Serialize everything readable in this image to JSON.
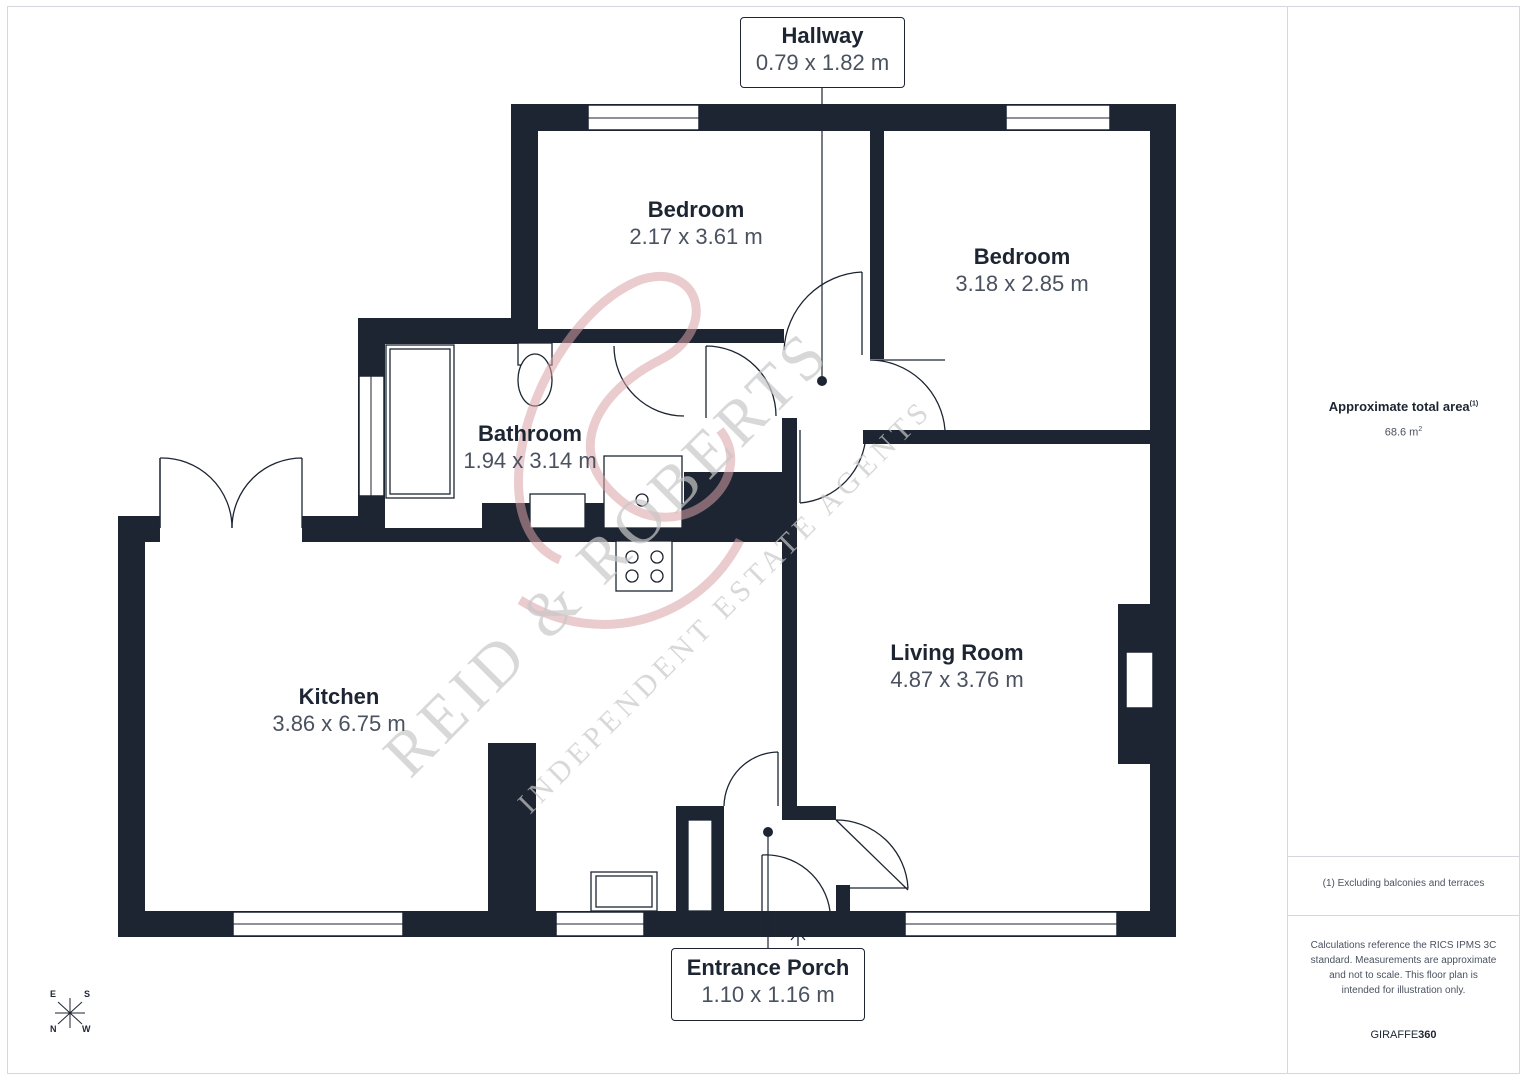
{
  "rooms": {
    "hallway": {
      "name": "Hallway",
      "dims": "0.79 x 1.82 m"
    },
    "bedroom1": {
      "name": "Bedroom",
      "dims": "2.17 x 3.61 m"
    },
    "bedroom2": {
      "name": "Bedroom",
      "dims": "3.18 x 2.85 m"
    },
    "bathroom": {
      "name": "Bathroom",
      "dims": "1.94 x 3.14 m"
    },
    "kitchen": {
      "name": "Kitchen",
      "dims": "3.86 x 6.75 m"
    },
    "living": {
      "name": "Living Room",
      "dims": "4.87 x 3.76 m"
    },
    "porch": {
      "name": "Entrance Porch",
      "dims": "1.10 x 1.16 m"
    }
  },
  "sidebar": {
    "area_title": "Approximate total area",
    "area_title_sup": "(1)",
    "area_value": "68.6 m",
    "area_value_sup": "2",
    "footnote": "(1) Excluding balconies and terraces",
    "disclaimer": "Calculations reference the RICS IPMS 3C standard. Measurements are approximate and not to scale. This floor plan is intended for illustration only.",
    "brand_prefix": "GIRAFFE",
    "brand_suffix": "360"
  },
  "watermark": {
    "line1": "REID & ROBERTS",
    "line2": "INDEPENDENT ESTATE AGENTS"
  },
  "compass": {
    "e": "E",
    "s": "S",
    "n": "N",
    "w": "W"
  },
  "colors": {
    "wall": "#1d2532",
    "watermark_logo": "#d9a0a6",
    "watermark_text": "#c8c8c8"
  }
}
